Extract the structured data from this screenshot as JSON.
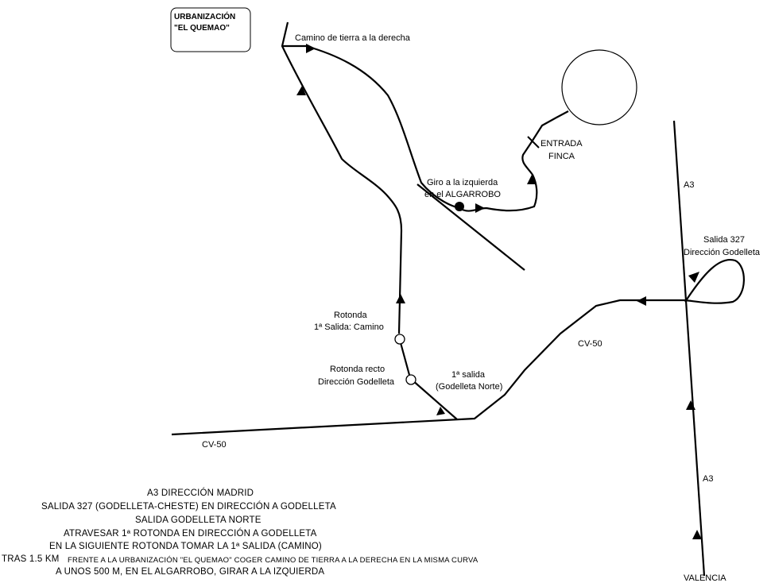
{
  "title_box": {
    "line1": "URBANIZACIÓN",
    "line2": "\"EL QUEMAO\""
  },
  "labels": {
    "camino_tierra": "Camino de tierra a la derecha",
    "entrada": "ENTRADA",
    "finca": "FINCA",
    "giro_line1": "Giro a la izquierda",
    "giro_line2": "en el ALGARROBO",
    "a3_top": "A3",
    "salida327_line1": "Salida 327",
    "salida327_line2": "Dirección Godelleta",
    "rotonda1_line1": "Rotonda",
    "rotonda1_line2": "1ª Salida: Camino",
    "rotonda2_line1": "Rotonda recto",
    "rotonda2_line2": "Dirección Godelleta",
    "salida1_line1": "1ª salida",
    "salida1_line2": "(Godelleta Norte)",
    "cv50_right": "CV-50",
    "cv50_left": "CV-50",
    "a3_bottom": "A3",
    "valencia": "VALENCIA"
  },
  "instructions": [
    "A3 DIRECCIÓN MADRID",
    "SALIDA 327 (GODELLETA-CHESTE) EN DIRECCIÓN A GODELLETA",
    "SALIDA GODELLETA NORTE",
    "ATRAVESAR 1ª ROTONDA EN DIRECCIÓN A GODELLETA",
    "EN LA SIGUIENTE ROTONDA TOMAR LA 1ª SALIDA (CAMINO)"
  ],
  "instruction_last_a": "TRAS 1.5 KM",
  "instruction_last_b": "FRENTE A LA URBANIZACIÓN \"EL QUEMAO\" COGER CAMINO DE TIERRA A LA DERECHA EN LA MISMA CURVA",
  "instruction_final": "A UNOS 500 M, EN EL ALGARROBO, GIRAR A LA IZQUIERDA"
}
